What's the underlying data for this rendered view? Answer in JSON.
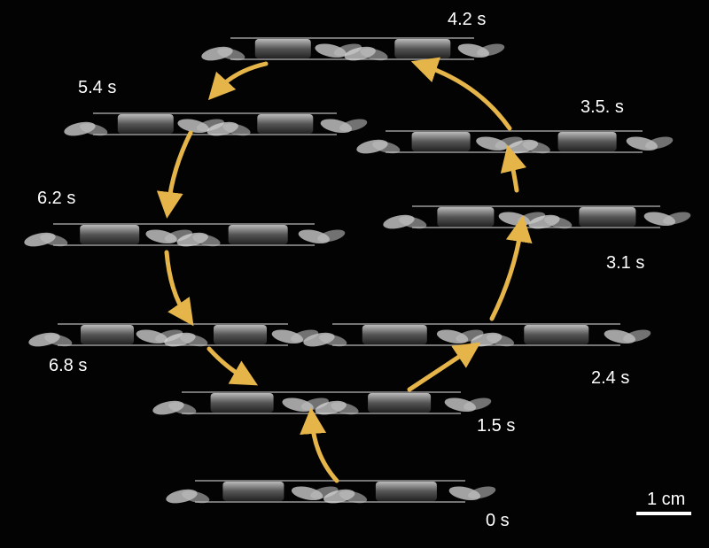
{
  "timestamps": [
    "0 s",
    "1.5 s",
    "2.4 s",
    "3.1 s",
    "3.5. s",
    "4.2 s",
    "5.4 s",
    "6.2 s",
    "6.8 s"
  ],
  "scale_bar": {
    "label": "1 cm"
  },
  "colors": {
    "arrow": "#e6b54a",
    "background": "#030303",
    "text": "#ffffff"
  }
}
